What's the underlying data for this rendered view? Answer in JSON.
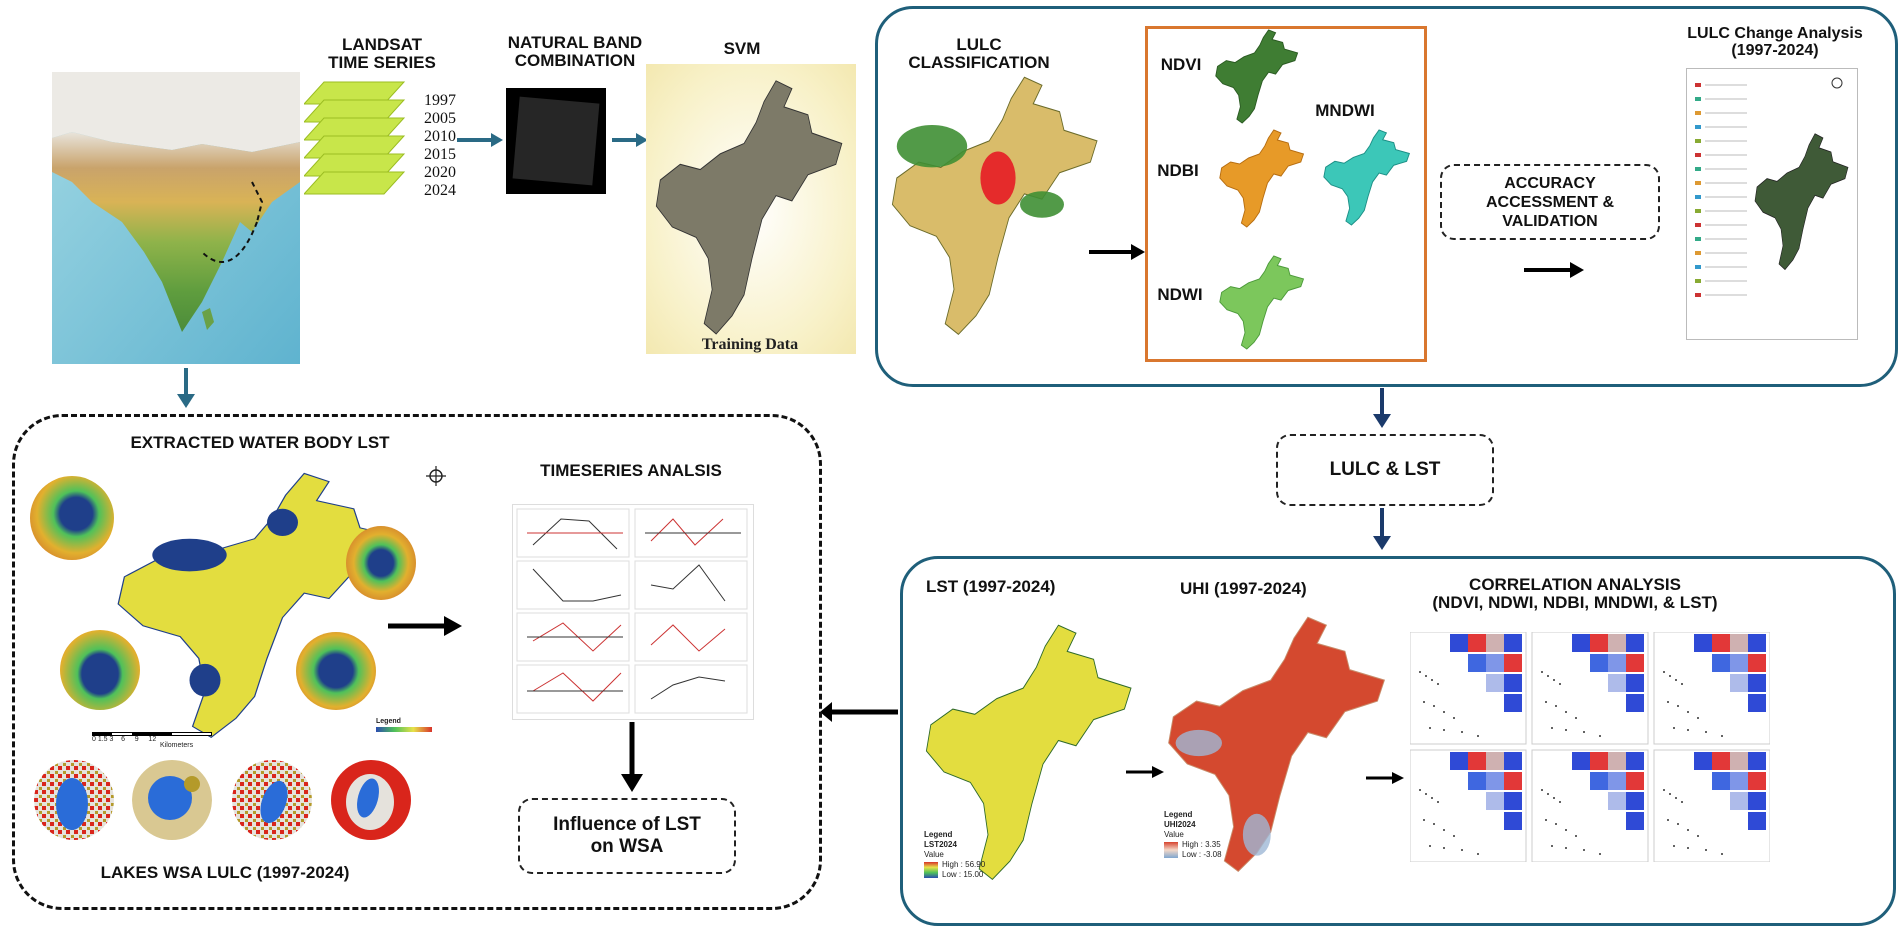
{
  "stage1": {
    "landsat_title_1": "LANDSAT",
    "landsat_title_2": "TIME SERIES",
    "years": [
      "1997",
      "2005",
      "2010",
      "2015",
      "2020",
      "2024"
    ],
    "band_title_1": "NATURAL BAND",
    "band_title_2": "COMBINATION",
    "svm_title": "SVM",
    "training_label": "Training Data"
  },
  "stage2": {
    "lulc_title_1": "LULC",
    "lulc_title_2": "CLASSIFICATION",
    "indices": {
      "ndvi": "NDVI",
      "mndwi": "MNDWI",
      "ndbi": "NDBI",
      "ndwi": "NDWI"
    },
    "accuracy_1": "ACCURACY",
    "accuracy_2": "ACCESSMENT &",
    "accuracy_3": "VALIDATION",
    "change_title_1": "LULC Change Analysis",
    "change_title_2": "(1997-2024)"
  },
  "mid": {
    "lulc_lst": "LULC & LST"
  },
  "stage3": {
    "lst_title": "LST (1997-2024)",
    "uhi_title": "UHI (1997-2024)",
    "corr_title_1": "CORRELATION ANALYSIS",
    "corr_title_2": "(NDVI, NDWI, NDBI, MNDWI, & LST)",
    "lst_legend": {
      "title": "Legend",
      "layer": "LST2024",
      "value": "Value",
      "high": "High : 56.90",
      "low": "Low : 15.00"
    },
    "uhi_legend": {
      "title": "Legend",
      "layer": "UHI2024",
      "value": "Value",
      "high": "High : 3.35",
      "low": "Low : -3.08"
    }
  },
  "stage4": {
    "water_title": "EXTRACTED WATER BODY LST",
    "ts_title": "TIMESERIES ANALSIS",
    "influence_1": "Influence of LST",
    "influence_2": "on WSA",
    "lakes_title": "LAKES WSA LULC (1997-2024)",
    "map_legend": "Legend",
    "scale_text": "0 1.5 3    6     9     12",
    "scale_unit": "Kilometers"
  },
  "colors": {
    "panel_border": "#1f5f7a",
    "arrow_teal": "#2a6a85",
    "arrow_navy": "#1b3a6b",
    "index_box": "#d9772f",
    "layer_green": "#c8e64a"
  }
}
